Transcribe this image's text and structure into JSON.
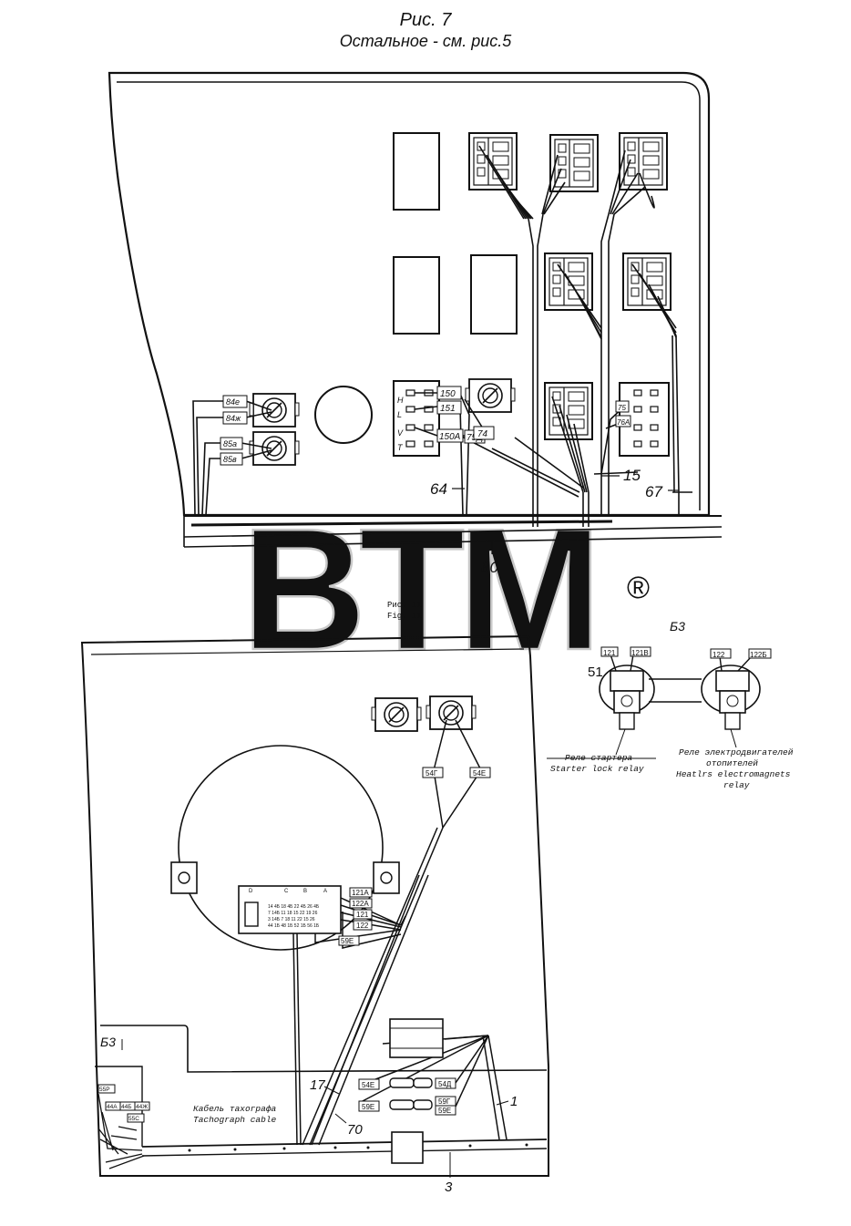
{
  "header": {
    "title": "Рис. 7",
    "subtitle": "Остальное - см. рис.5"
  },
  "watermark": {
    "text": "BTM",
    "registered": "®"
  },
  "panel_top": {
    "wire_tags_left": [
      "84е",
      "84ж",
      "85а",
      "85в"
    ],
    "wire_tags_middle": [
      "150",
      "151",
      "150А",
      "75Д",
      "74"
    ],
    "wire_tags_right": [
      "75",
      "76А"
    ],
    "callouts": {
      "c64": "64",
      "c15": "15",
      "c67": "67",
      "c80": "80"
    },
    "connector_marks": {
      "h": "Н",
      "l": "L",
      "v": "V",
      "t": "T"
    }
  },
  "ref_fig": {
    "line1": "Рис. 11",
    "line2": "Fig. 11"
  },
  "relays": {
    "section": "Б3",
    "number": "51",
    "tags": [
      "121",
      "121В",
      "122",
      "122Б"
    ],
    "starter_ru": "Реле стартера",
    "starter_en": "Starter lock relay",
    "heater_ru_1": "Реле электродвигателей",
    "heater_ru_2": "отопителей",
    "heater_en_1": "Heatlrs electromagnets",
    "heater_en_2": "relay"
  },
  "panel_bottom": {
    "section": "Б3",
    "block_cols": [
      "D",
      "C",
      "B",
      "A"
    ],
    "pin_rows": [
      "14 4Б 18 4Б 22 4Б 26 4Б",
      "7 14Б 11 18 15 22 19 26",
      "3 14Б 7 18 11 22 15 26",
      "44 1Б 48 1Б 52 1Б 56 1Б"
    ],
    "tags_block": [
      "121А",
      "122А",
      "121",
      "122",
      "59Е"
    ],
    "tags_top": [
      "54Г",
      "54Е"
    ],
    "tags_plugs_left": [
      "54Е",
      "59Е"
    ],
    "tags_plugs_right": [
      "54Д",
      "59Г",
      "59Е"
    ],
    "tags_edge": [
      "55Р",
      "44А",
      "44Б",
      "44Ж",
      "55С"
    ],
    "cable_ru": "Кабель тахографа",
    "cable_en": "Tachograph cable",
    "callouts": {
      "c17": "17",
      "c70": "70",
      "c1": "1",
      "c3": "3"
    }
  }
}
